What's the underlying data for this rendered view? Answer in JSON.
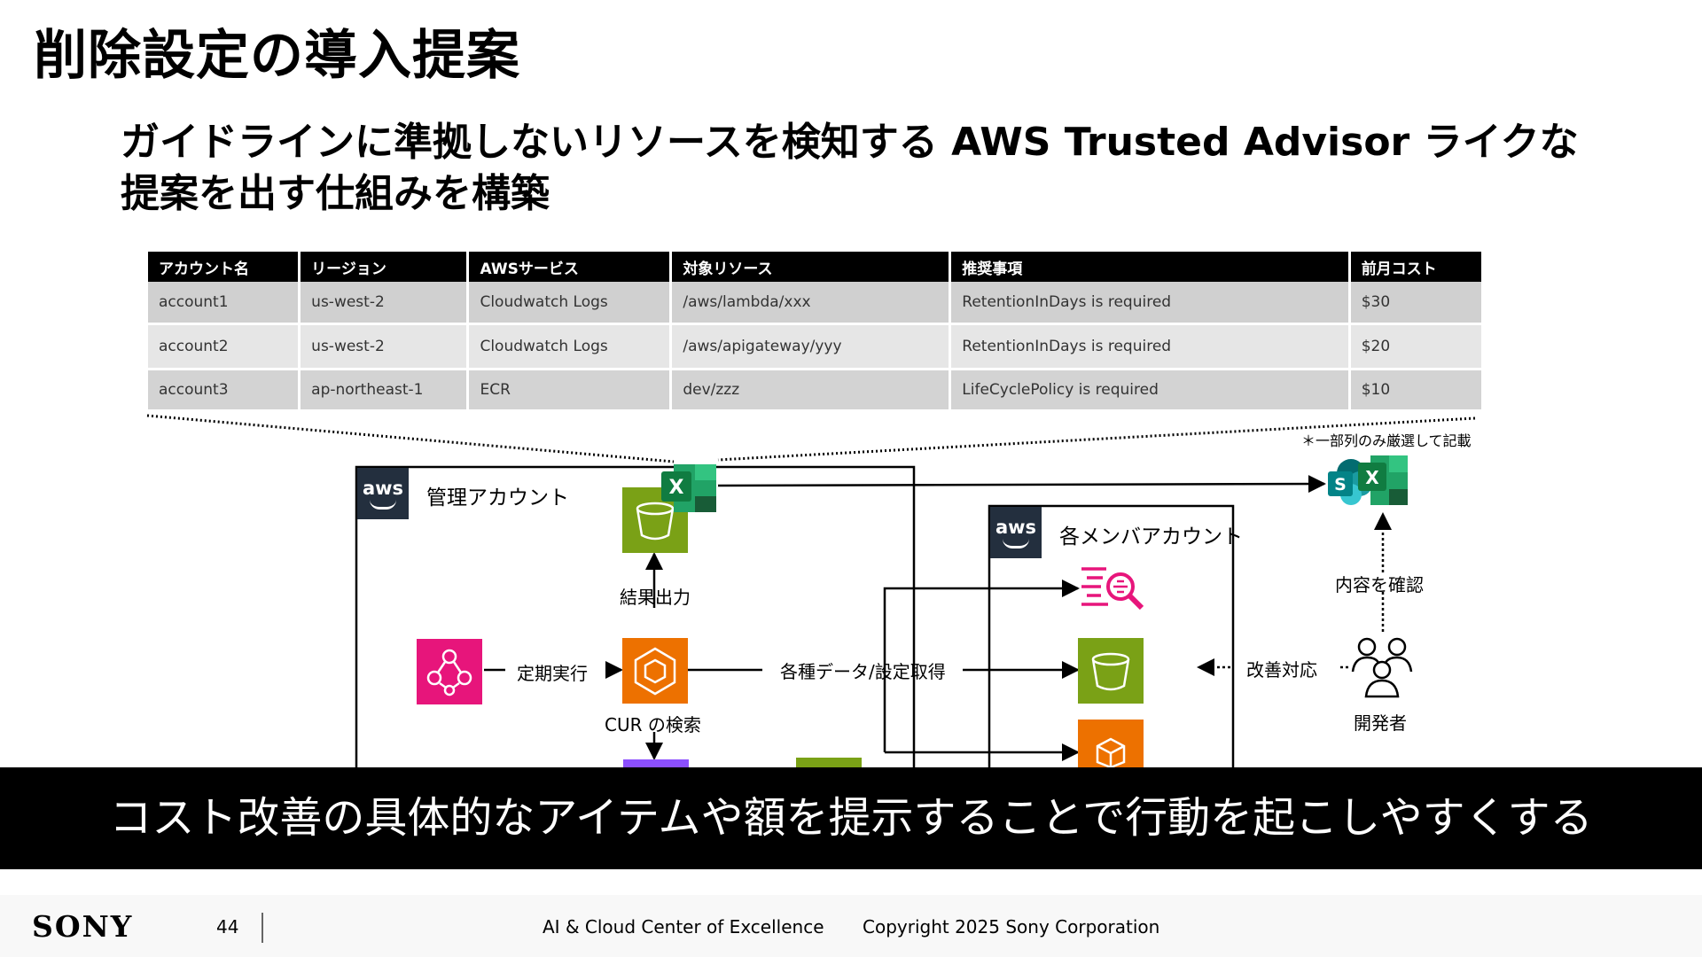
{
  "title": "削除設定の導入提案",
  "subtitle": {
    "line1": "ガイドラインに準拠しないリソースを検知する AWS Trusted Advisor ライクな",
    "line2": "提案を出す仕組みを構築"
  },
  "table": {
    "headers": [
      "アカウント名",
      "リージョン",
      "AWSサービス",
      "対象リソース",
      "推奨事項",
      "前月コスト"
    ],
    "rows": [
      [
        "account1",
        "us-west-2",
        "Cloudwatch Logs",
        "/aws/lambda/xxx",
        "RetentionInDays is required",
        "$30"
      ],
      [
        "account2",
        "us-west-2",
        "Cloudwatch Logs",
        "/aws/apigateway/yyy",
        "RetentionInDays is required",
        "$20"
      ],
      [
        "account3",
        "ap-northeast-1",
        "ECR",
        "dev/zzz",
        "LifeCyclePolicy is required",
        "$10"
      ]
    ],
    "note": "＊一部列のみ厳選して記載"
  },
  "diagram": {
    "mgmt_account": "管理アカウント",
    "member_account": "各メンバアカウント",
    "aws_badge": "aws",
    "result_output": "結果出力",
    "scheduled_run": "定期実行",
    "cur_search": "CUR の検索",
    "data_fetch": "各種データ/設定取得",
    "improve": "改善対応",
    "confirm": "内容を確認",
    "developer": "開発者",
    "excel_letter": "X",
    "sharepoint_letter": "S",
    "colors": {
      "s3_green": "#7aa116",
      "compute_orange": "#ed7100",
      "eventbridge_pink": "#e7157b",
      "excel_green": "#107c41",
      "sharepoint_teal": "#038387",
      "athena_purple": "#8c4fff"
    }
  },
  "banner": "コスト改善の具体的なアイテムや額を提示することで行動を起こしやすくする",
  "footer": {
    "brand": "SONY",
    "page": "44",
    "center": "AI & Cloud Center of Excellence",
    "copyright": "Copyright 2025 Sony Corporation"
  }
}
